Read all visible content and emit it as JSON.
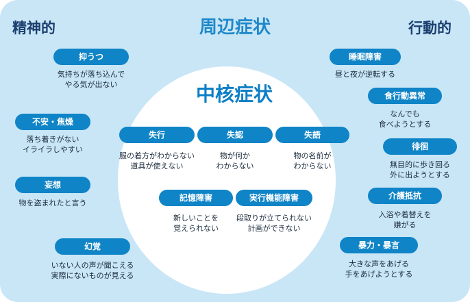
{
  "headings": {
    "left": "精神的",
    "center": "周辺症状",
    "right": "行動的"
  },
  "core_title": "中核症状",
  "left_items": [
    {
      "label": "抑うつ",
      "desc": [
        "気持ちが落ち込んで",
        "やる気が出ない"
      ]
    },
    {
      "label": "不安・焦燥",
      "desc": [
        "落ち着きがない",
        "イライラしやすい"
      ]
    },
    {
      "label": "妄想",
      "desc": [
        "物を盗まれたと言う"
      ]
    },
    {
      "label": "幻覚",
      "desc": [
        "いない人の声が聞こえる",
        "実際にないものが見える"
      ]
    }
  ],
  "right_items": [
    {
      "label": "睡眠障害",
      "desc": [
        "昼と夜が逆転する"
      ]
    },
    {
      "label": "食行動異常",
      "desc": [
        "なんでも",
        "食べようとする"
      ]
    },
    {
      "label": "徘徊",
      "desc": [
        "無目的に歩き回る",
        "外に出ようとする"
      ]
    },
    {
      "label": "介護抵抗",
      "desc": [
        "入浴や着替えを",
        "嫌がる"
      ]
    },
    {
      "label": "暴力・暴言",
      "desc": [
        "大きな声をあげる",
        "手をあげようとする"
      ]
    }
  ],
  "core_items": [
    {
      "label": "失行",
      "desc": [
        "服の着方がわからない",
        "道具が使えない"
      ]
    },
    {
      "label": "失認",
      "desc": [
        "物が何か",
        "わからない"
      ]
    },
    {
      "label": "失語",
      "desc": [
        "物の名前が",
        "わからない"
      ]
    },
    {
      "label": "記憶障害",
      "desc": [
        "新しいことを",
        "覚えられない"
      ]
    },
    {
      "label": "実行機能障害",
      "desc": [
        "段取りが立てられない",
        "計画ができない"
      ]
    }
  ]
}
